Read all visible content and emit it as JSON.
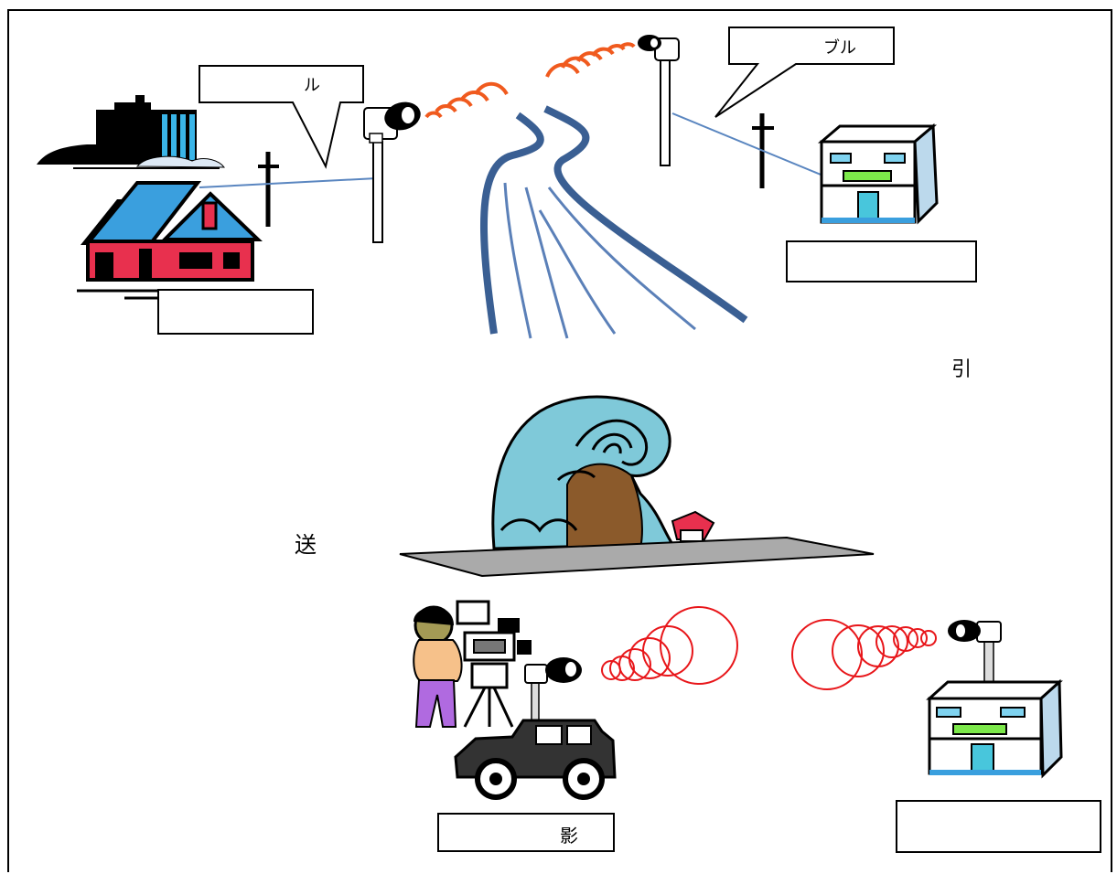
{
  "callouts": {
    "left": "ル",
    "right": "ブル"
  },
  "labels": {
    "right_fragment": "引",
    "left_fragment": "送",
    "van_box": "影"
  },
  "colors": {
    "river": "#3a5f93",
    "river_light": "#5b80b8",
    "signal_orange": "#f05a1e",
    "signal_red": "#e8161a",
    "wave": "#7fc9d9",
    "house_red": "#e8304e",
    "roof_blue": "#3a9fde",
    "cable": "#5a86c0"
  },
  "icons": [
    "office-building-icon",
    "house-icon",
    "utility-pole-icon",
    "antenna-icon",
    "tsunami-wave-icon",
    "camera-operator-icon",
    "jeep-icon",
    "shop-building-icon"
  ]
}
